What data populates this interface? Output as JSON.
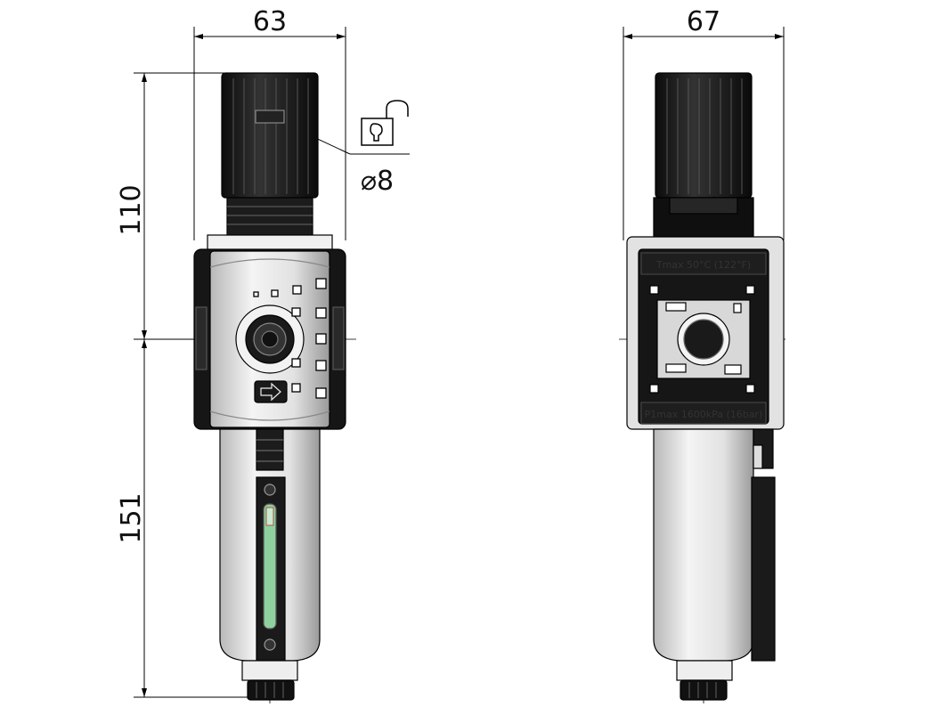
{
  "drawing": {
    "dimensions": {
      "front_width": "63",
      "side_width": "67",
      "upper_height": "110",
      "lower_height": "151",
      "lock_diameter": "⌀8"
    },
    "side_labels": {
      "temp_label": "Tmax 50°C (122°F)",
      "pressure_label": "P1max 1600kPa (16bar)"
    },
    "icons": [
      "padlock-open-icon",
      "arrow-right-icon"
    ],
    "colors": {
      "body_dark": "#1a1a1a",
      "body_light": "#e8e8e8",
      "bowl_light": "#d9d9d9",
      "sight_green": "#8fd19e",
      "line": "#000000"
    }
  }
}
